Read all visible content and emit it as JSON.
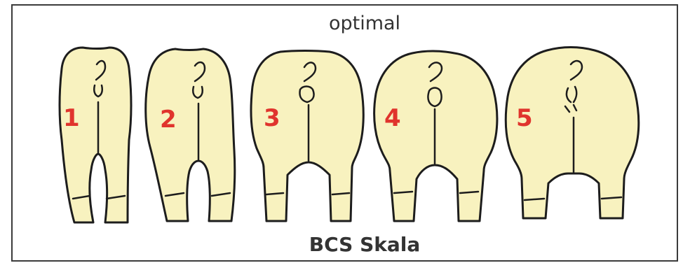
{
  "header": {
    "label": "optimal"
  },
  "footer": {
    "title": "BCS Skala"
  },
  "scale": {
    "items": [
      {
        "number": "1"
      },
      {
        "number": "2"
      },
      {
        "number": "3"
      },
      {
        "number": "4"
      },
      {
        "number": "5"
      }
    ]
  },
  "colors": {
    "body_fill": "#f8f2bf",
    "outline": "#1d1d1d",
    "number": "#e0342d",
    "frame": "#3b3b3b"
  }
}
